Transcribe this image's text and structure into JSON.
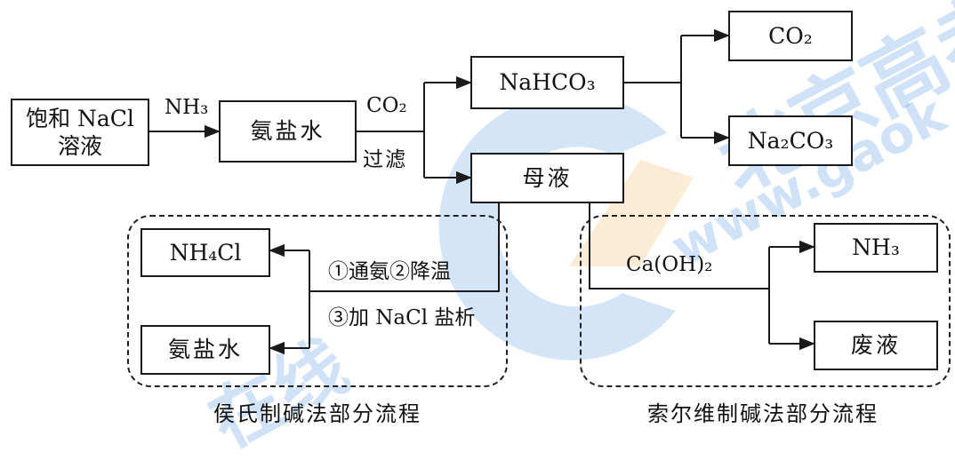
{
  "nodes": {
    "saturated_nacl": [
      "饱和 NaCl",
      "溶液"
    ],
    "ammoniated_brine": "氨盐水",
    "nahco3": "NaHCO₃",
    "co2_out": "CO₂",
    "na2co3": "Na₂CO₃",
    "mother_liquor": "母液",
    "nh4cl": "NH₄Cl",
    "ammoniated_brine_2": "氨盐水",
    "nh3_out": "NH₃",
    "waste_liquid": "废液"
  },
  "edge_labels": {
    "nh3_in": "NH₃",
    "co2_in": "CO₂",
    "filter": "过滤",
    "hou_steps_1": "①通氨②降温",
    "hou_steps_2": "③加 NaCl 盐析",
    "lime": "Ca(OH)₂"
  },
  "captions": {
    "hou_process": "侯氏制碱法部分流程",
    "solvay_process": "索尔维制碱法部分流程"
  },
  "watermark": {
    "text_1": "北京高考",
    "text_2": "www.gaok",
    "text_3": "在线",
    "colors": {
      "blue": "#2f7fde",
      "orange": "#f4a233"
    }
  }
}
